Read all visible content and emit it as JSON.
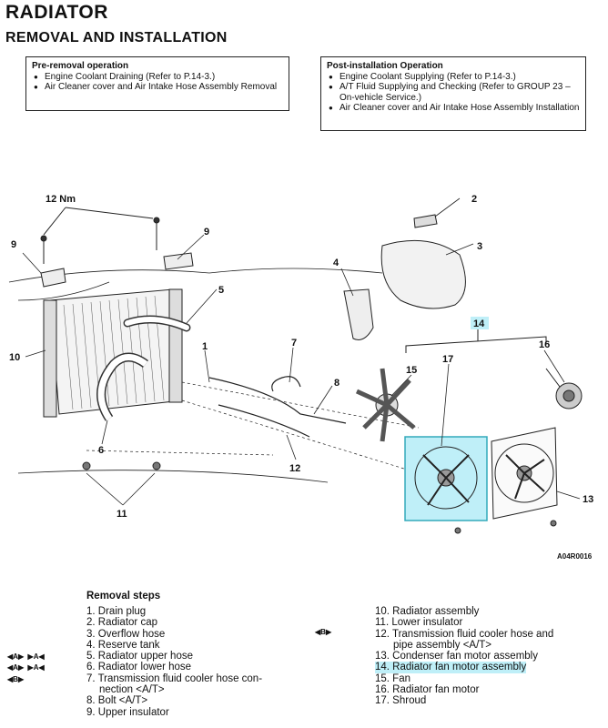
{
  "header": {
    "title": "RADIATOR",
    "subtitle": "REMOVAL AND INSTALLATION"
  },
  "pre_removal": {
    "heading": "Pre-removal operation",
    "items": [
      "Engine Coolant Draining (Refer to P.14-3.)",
      "Air Cleaner cover and Air Intake Hose Assembly Removal"
    ]
  },
  "post_installation": {
    "heading": "Post-installation Operation",
    "items": [
      "Engine Coolant Supplying (Refer to P.14-3.)",
      "A/T Fluid Supplying and Checking (Refer to GROUP 23 – On-vehicle Service.)",
      "Air Cleaner cover and Air Intake Hose Assembly Installation"
    ]
  },
  "diagram": {
    "torque_label": "12 Nm",
    "figure_code": "A04R0016",
    "callouts": [
      "1",
      "2",
      "3",
      "4",
      "5",
      "6",
      "7",
      "8",
      "9",
      "9",
      "10",
      "11",
      "12",
      "13",
      "14",
      "15",
      "16",
      "17"
    ],
    "highlight_color": "#7fe0ee"
  },
  "removal": {
    "heading": "Removal steps",
    "left_steps": [
      "1. Drain plug",
      "2. Radiator cap",
      "3. Overflow hose",
      "4. Reserve tank",
      "5. Radiator upper hose",
      "6. Radiator lower hose",
      "7. Transmission fluid cooler hose con-",
      "nection <A/T>",
      "8. Bolt <A/T>",
      "9. Upper insulator"
    ],
    "right_steps": [
      "10. Radiator assembly",
      "11. Lower insulator",
      "12. Transmission fluid cooler hose and",
      "pipe assembly <A/T>",
      "13. Condenser fan motor assembly",
      "14. Radiator fan motor assembly",
      "15. Fan",
      "16. Radiator fan motor",
      "17. Shroud"
    ],
    "tags": {
      "a": "A",
      "b": "B"
    }
  }
}
